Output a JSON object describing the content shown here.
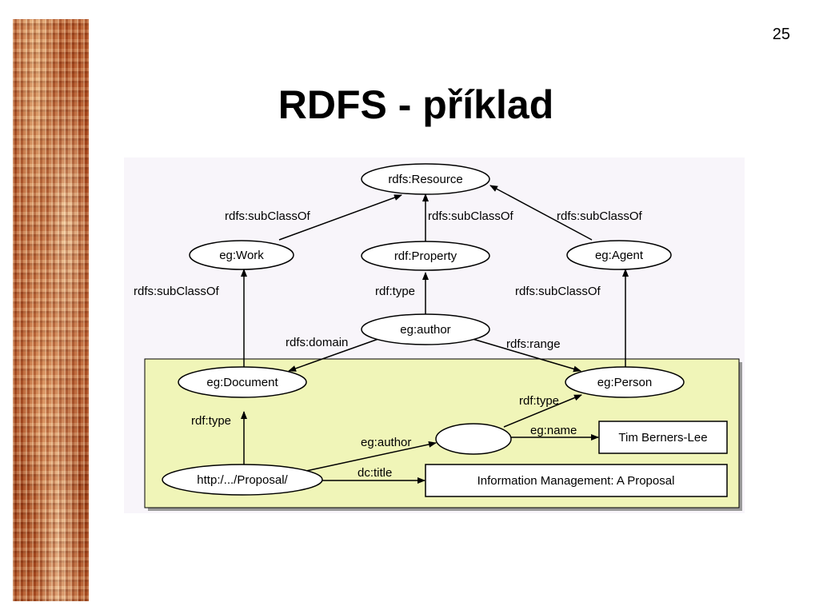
{
  "page_number": "25",
  "title": "RDFS - příklad",
  "colors": {
    "diagram_background": "#f8f5fa",
    "instance_box": "#f0f5b8",
    "node_fill": "#ffffff",
    "stroke": "#000000"
  },
  "diagram": {
    "nodes": {
      "resource": "rdfs:Resource",
      "work": "eg:Work",
      "property": "rdf:Property",
      "agent": "eg:Agent",
      "author": "eg:author",
      "document": "eg:Document",
      "person": "eg:Person",
      "blank": "",
      "proposal": "http:/.../Proposal/"
    },
    "literals": {
      "tim": "Tim Berners-Lee",
      "title": "Information Management: A Proposal"
    },
    "edges": {
      "work_subclass": "rdfs:subClassOf",
      "property_subclass": "rdfs:subClassOf",
      "agent_subclass": "rdfs:subClassOf",
      "document_subclass": "rdfs:subClassOf",
      "person_subclass": "rdfs:subClassOf",
      "author_type": "rdf:type",
      "author_domain": "rdfs:domain",
      "author_range": "rdfs:range",
      "proposal_type": "rdf:type",
      "blank_type": "rdf:type",
      "proposal_author": "eg:author",
      "blank_name": "eg:name",
      "proposal_title": "dc:title"
    }
  }
}
